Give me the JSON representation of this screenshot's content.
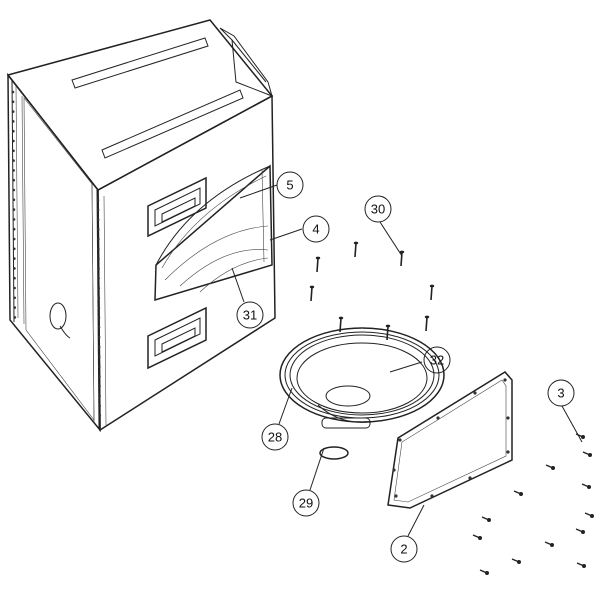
{
  "diagram": {
    "type": "exploded-parts-diagram",
    "callouts": [
      {
        "id": "callout-5",
        "label": "5"
      },
      {
        "id": "callout-4",
        "label": "4"
      },
      {
        "id": "callout-30",
        "label": "30"
      },
      {
        "id": "callout-31",
        "label": "31"
      },
      {
        "id": "callout-32",
        "label": "32"
      },
      {
        "id": "callout-3",
        "label": "3"
      },
      {
        "id": "callout-28",
        "label": "28"
      },
      {
        "id": "callout-29",
        "label": "29"
      },
      {
        "id": "callout-2",
        "label": "2"
      }
    ],
    "parts": {
      "cabinet": "speaker-cabinet",
      "driver": "woofer-driver",
      "plate": "rear-cover-plate",
      "dust_cap": "dust-cap",
      "handles": "handle-cups",
      "fasteners": "bolts-and-screws",
      "logo": "Q"
    }
  }
}
